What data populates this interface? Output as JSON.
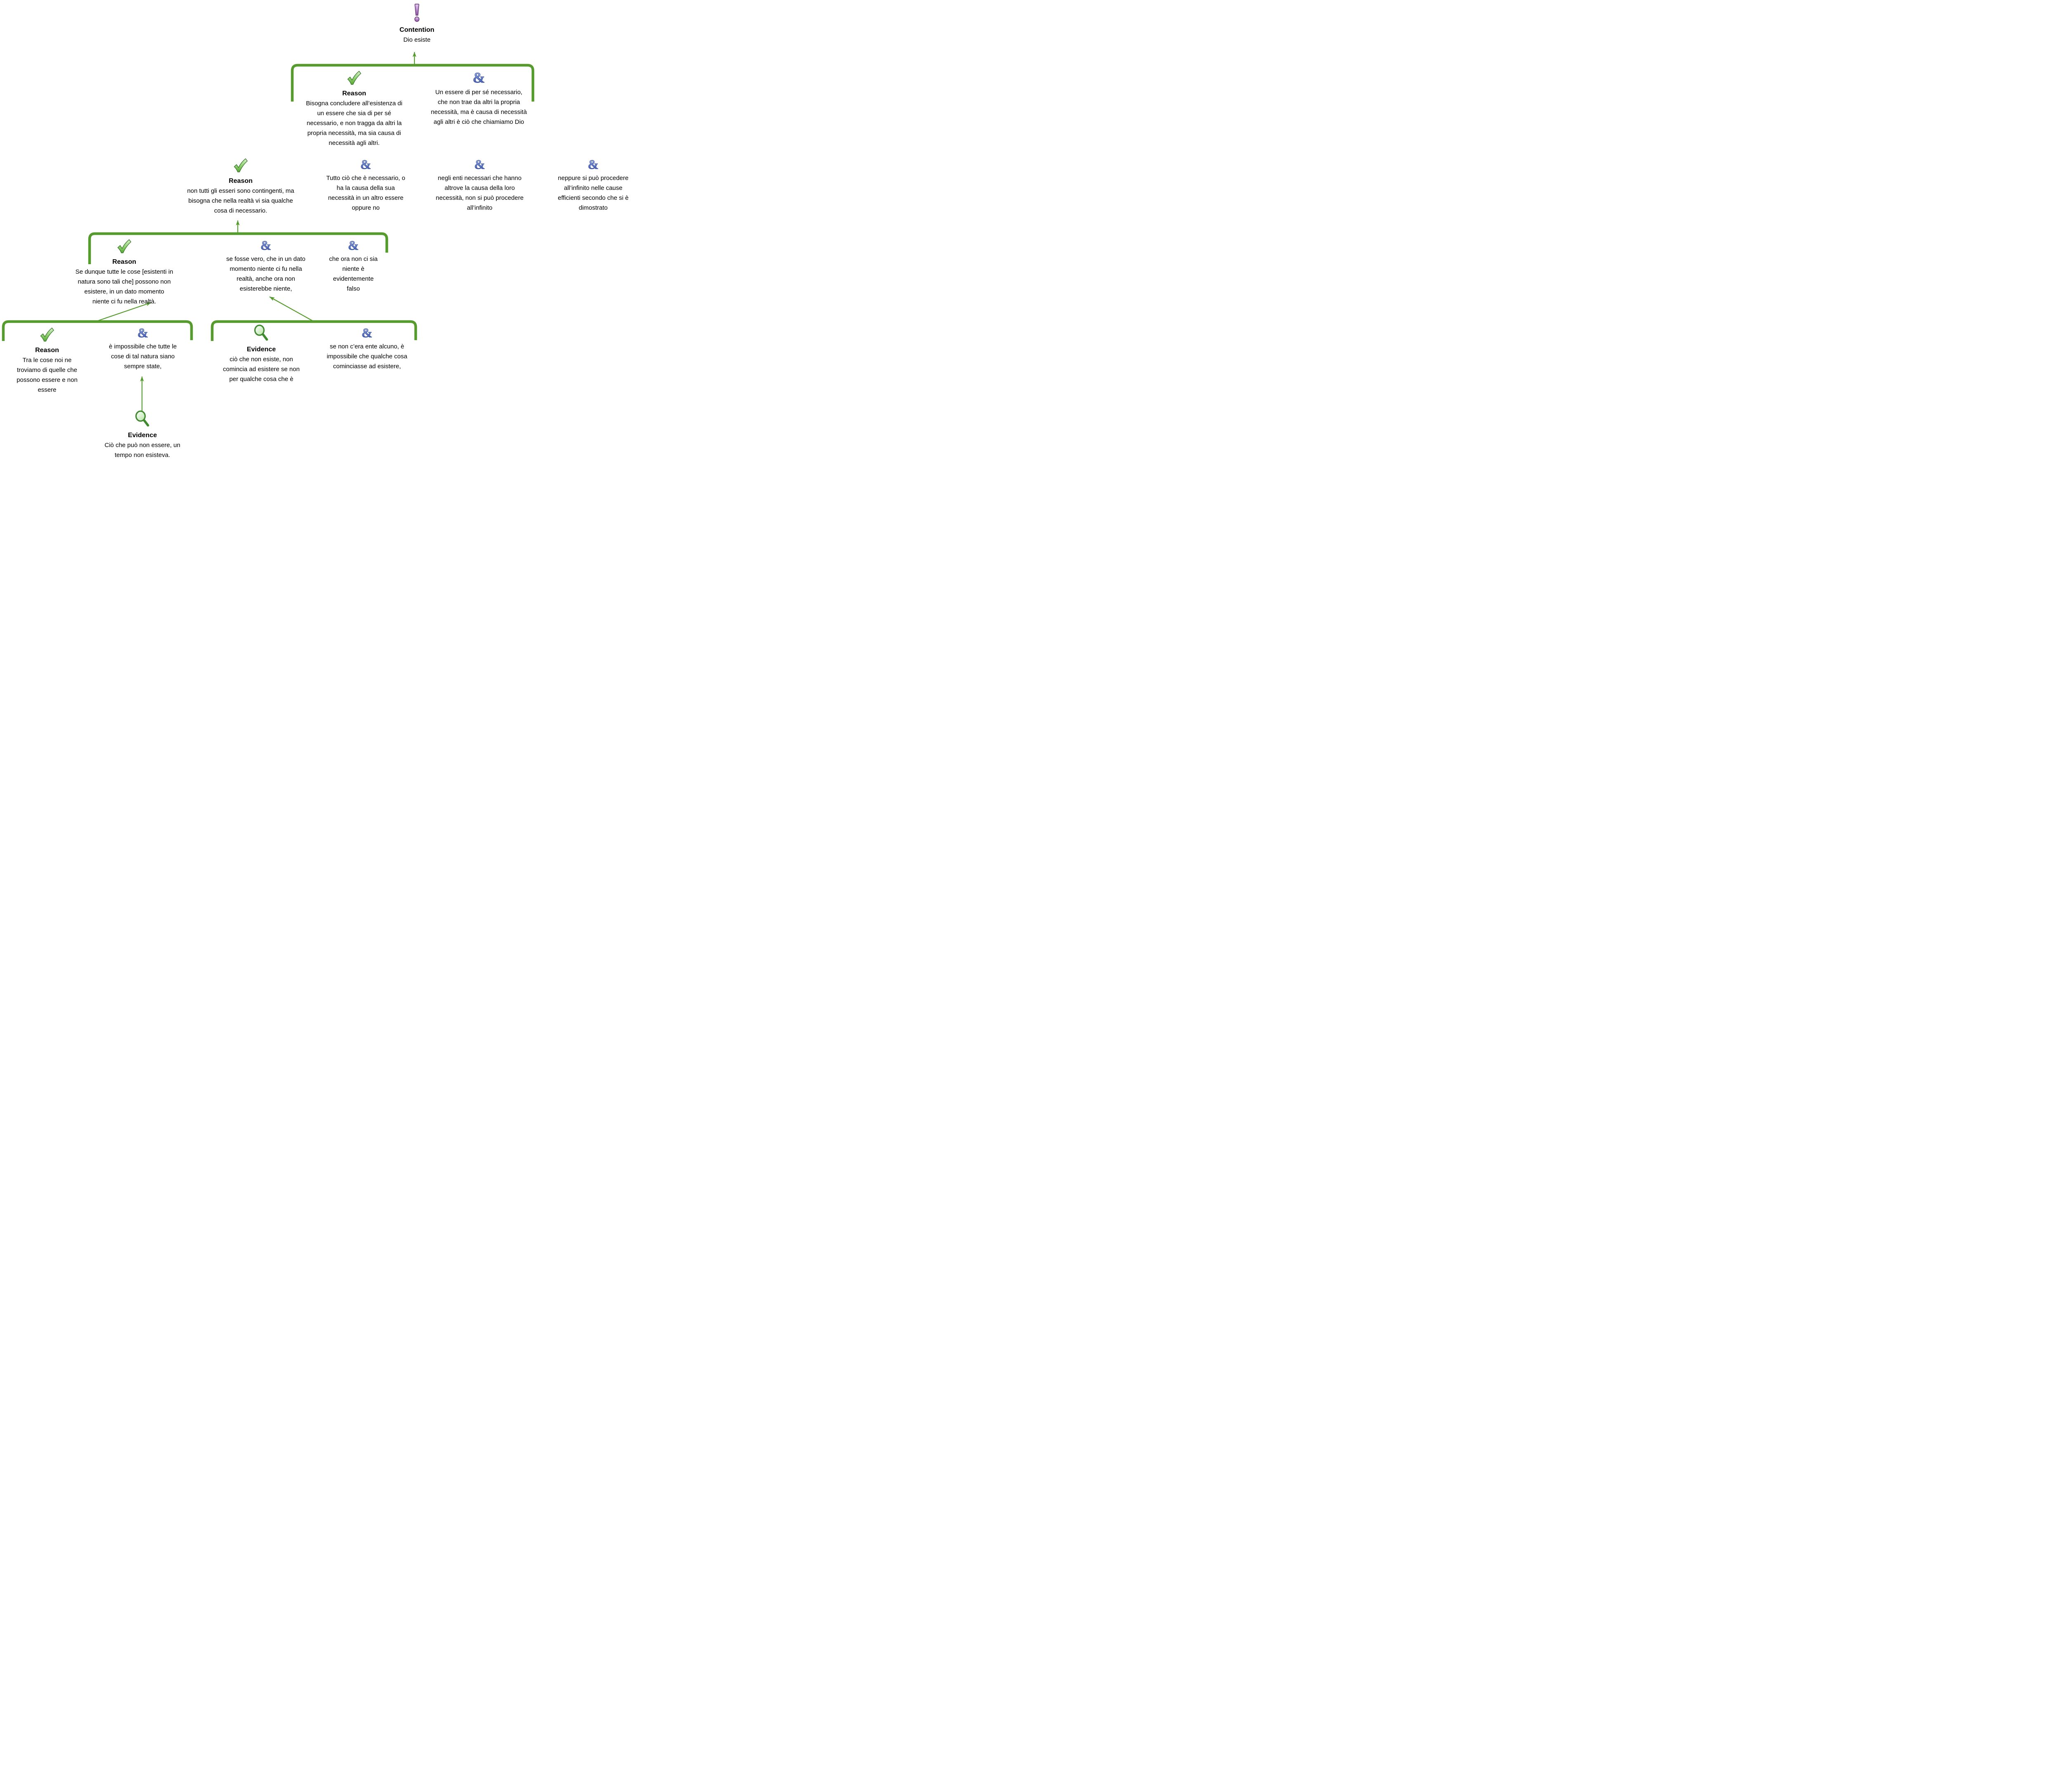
{
  "palette": {
    "bracket_green": "#569b2d",
    "check_green": "#67b447",
    "magnifier_green": "#4c9440",
    "and_blue": "#3350b0",
    "contention_purple": "#8e4a9e",
    "text_black": "#000000",
    "background": "#ffffff"
  },
  "icons": {
    "and_glyph": "&"
  },
  "nodes": {
    "contention": {
      "icon": "exclamation-icon",
      "label": "Contention",
      "text": "Dio esiste"
    },
    "reason1": {
      "icon": "check-icon",
      "label": "Reason",
      "text": "Bisogna concludere all’esistenza di\nun essere che sia di per sé\nnecessario, e non tragga da altri la\npropria necessità, ma sia causa di\nnecessità agli altri."
    },
    "and1": {
      "icon": "and-icon",
      "text": "Un essere di per sé necessario,\nche non  trae da altri la propria\nnecessità, ma è causa di necessità\nagli altri è ciò che chiamiamo Dio"
    },
    "reason2": {
      "icon": "check-icon",
      "label": "Reason",
      "text": "non tutti gli esseri sono contingenti, ma\nbisogna che nella realtà vi sia qualche\ncosa di necessario."
    },
    "and2a": {
      "icon": "and-icon",
      "text": "Tutto ciò che è necessario, o\nha la causa della sua\nnecessità in un altro essere\noppure no"
    },
    "and2b": {
      "icon": "and-icon",
      "text": "negli enti necessari che hanno\naltrove la causa della loro\nnecessità, non si può procedere\nall’infinito"
    },
    "and2c": {
      "icon": "and-icon",
      "text": "neppure si può procedere\nall’infinito nelle cause\nefficienti secondo che si è\ndimostrato"
    },
    "reason3": {
      "icon": "check-icon",
      "label": "Reason",
      "text": "Se dunque tutte le cose [esistenti in\nnatura sono tali che] possono non\nesistere, in un dato momento\nniente ci fu nella realtà."
    },
    "and3a": {
      "icon": "and-icon",
      "text": "se fosse vero, che in un dato\nmomento niente ci fu nella\nrealtà, anche ora non\nesisterebbe niente,"
    },
    "and3b": {
      "icon": "and-icon",
      "text": "che ora non ci sia\nniente è\nevidentemente\nfalso"
    },
    "reason4": {
      "icon": "check-icon",
      "label": "Reason",
      "text": "Tra le cose noi ne\ntroviamo di quelle che\npossono essere e non\nessere"
    },
    "and4a": {
      "icon": "and-icon",
      "text": "è impossibile che tutte le\ncose di tal natura siano\nsempre state,"
    },
    "evidence1": {
      "icon": "magnifier-icon",
      "label": "Evidence",
      "text": "ciò che non esiste, non\ncomincia ad esistere se non\nper qualche cosa che è"
    },
    "and4b": {
      "icon": "and-icon",
      "text": "se non c’era ente alcuno, è\nimpossibile che qualche cosa\ncominciasse ad esistere,"
    },
    "evidence2": {
      "icon": "magnifier-icon",
      "label": "Evidence",
      "text": "Ciò che può non essere, un\ntempo non esisteva."
    }
  }
}
